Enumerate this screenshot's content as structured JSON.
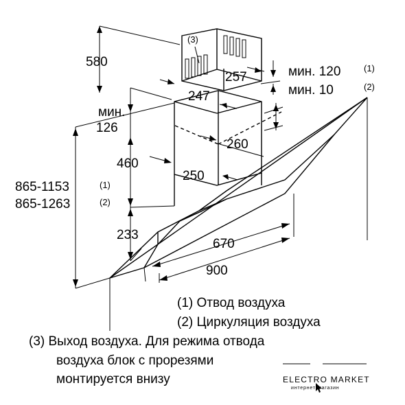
{
  "dimensions": {
    "d580": "580",
    "d257": "257",
    "d247": "247",
    "d3": "(3)",
    "min126_a": "мин.",
    "min126_b": "126",
    "min120": "мин. 120",
    "min120_note": "(1)",
    "min10": "мин. 10",
    "min10_note": "(2)",
    "d260": "260",
    "d460": "460",
    "d250": "250",
    "range1": "865-1153",
    "range1_note": "(1)",
    "range2": "865-1263",
    "range2_note": "(2)",
    "d233": "233",
    "d670": "670",
    "d900": "900"
  },
  "legend": {
    "line1": "(1) Отвод воздуха",
    "line2": "(2) Циркуляция воздуха",
    "line3": "(3) Выход воздуха. Для режима отвода",
    "line4": "воздуха блок с прорезями",
    "line5": "монтируется внизу"
  },
  "watermark": {
    "brand": "ELECTRO MARKET",
    "tagline": "интернет-магазин"
  }
}
